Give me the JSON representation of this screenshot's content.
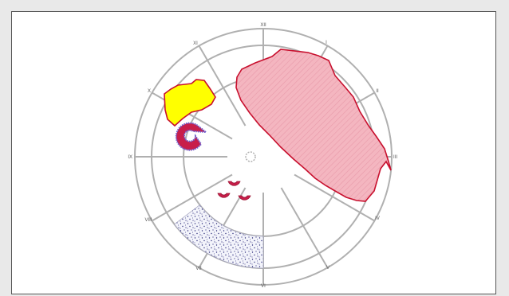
{
  "hours": [
    {
      "id": "xii",
      "label": "XII"
    },
    {
      "id": "i",
      "label": "I"
    },
    {
      "id": "ii",
      "label": "II"
    },
    {
      "id": "iii",
      "label": "III"
    },
    {
      "id": "iv",
      "label": "IV"
    },
    {
      "id": "v",
      "label": "V"
    },
    {
      "id": "vi",
      "label": "VI"
    },
    {
      "id": "vii",
      "label": "VII"
    },
    {
      "id": "viii",
      "label": "VIII"
    },
    {
      "id": "ix",
      "label": "IX"
    },
    {
      "id": "x",
      "label": "X"
    },
    {
      "id": "xi",
      "label": "XI"
    }
  ],
  "colors": {
    "chart_lines": "#b0b0b0",
    "pink_lesion_fill": "#f4b6c0",
    "pink_lesion_edge": "#c8102e",
    "yellow_lesion_fill": "#ffff00",
    "yellow_lesion_edge": "#c8102e",
    "crescent_fill": "#c81e4a",
    "crescent_outline": "#6a5acd",
    "stipple_fill": "#f3f4fb",
    "stipple_dots": "#2a2a7a"
  }
}
